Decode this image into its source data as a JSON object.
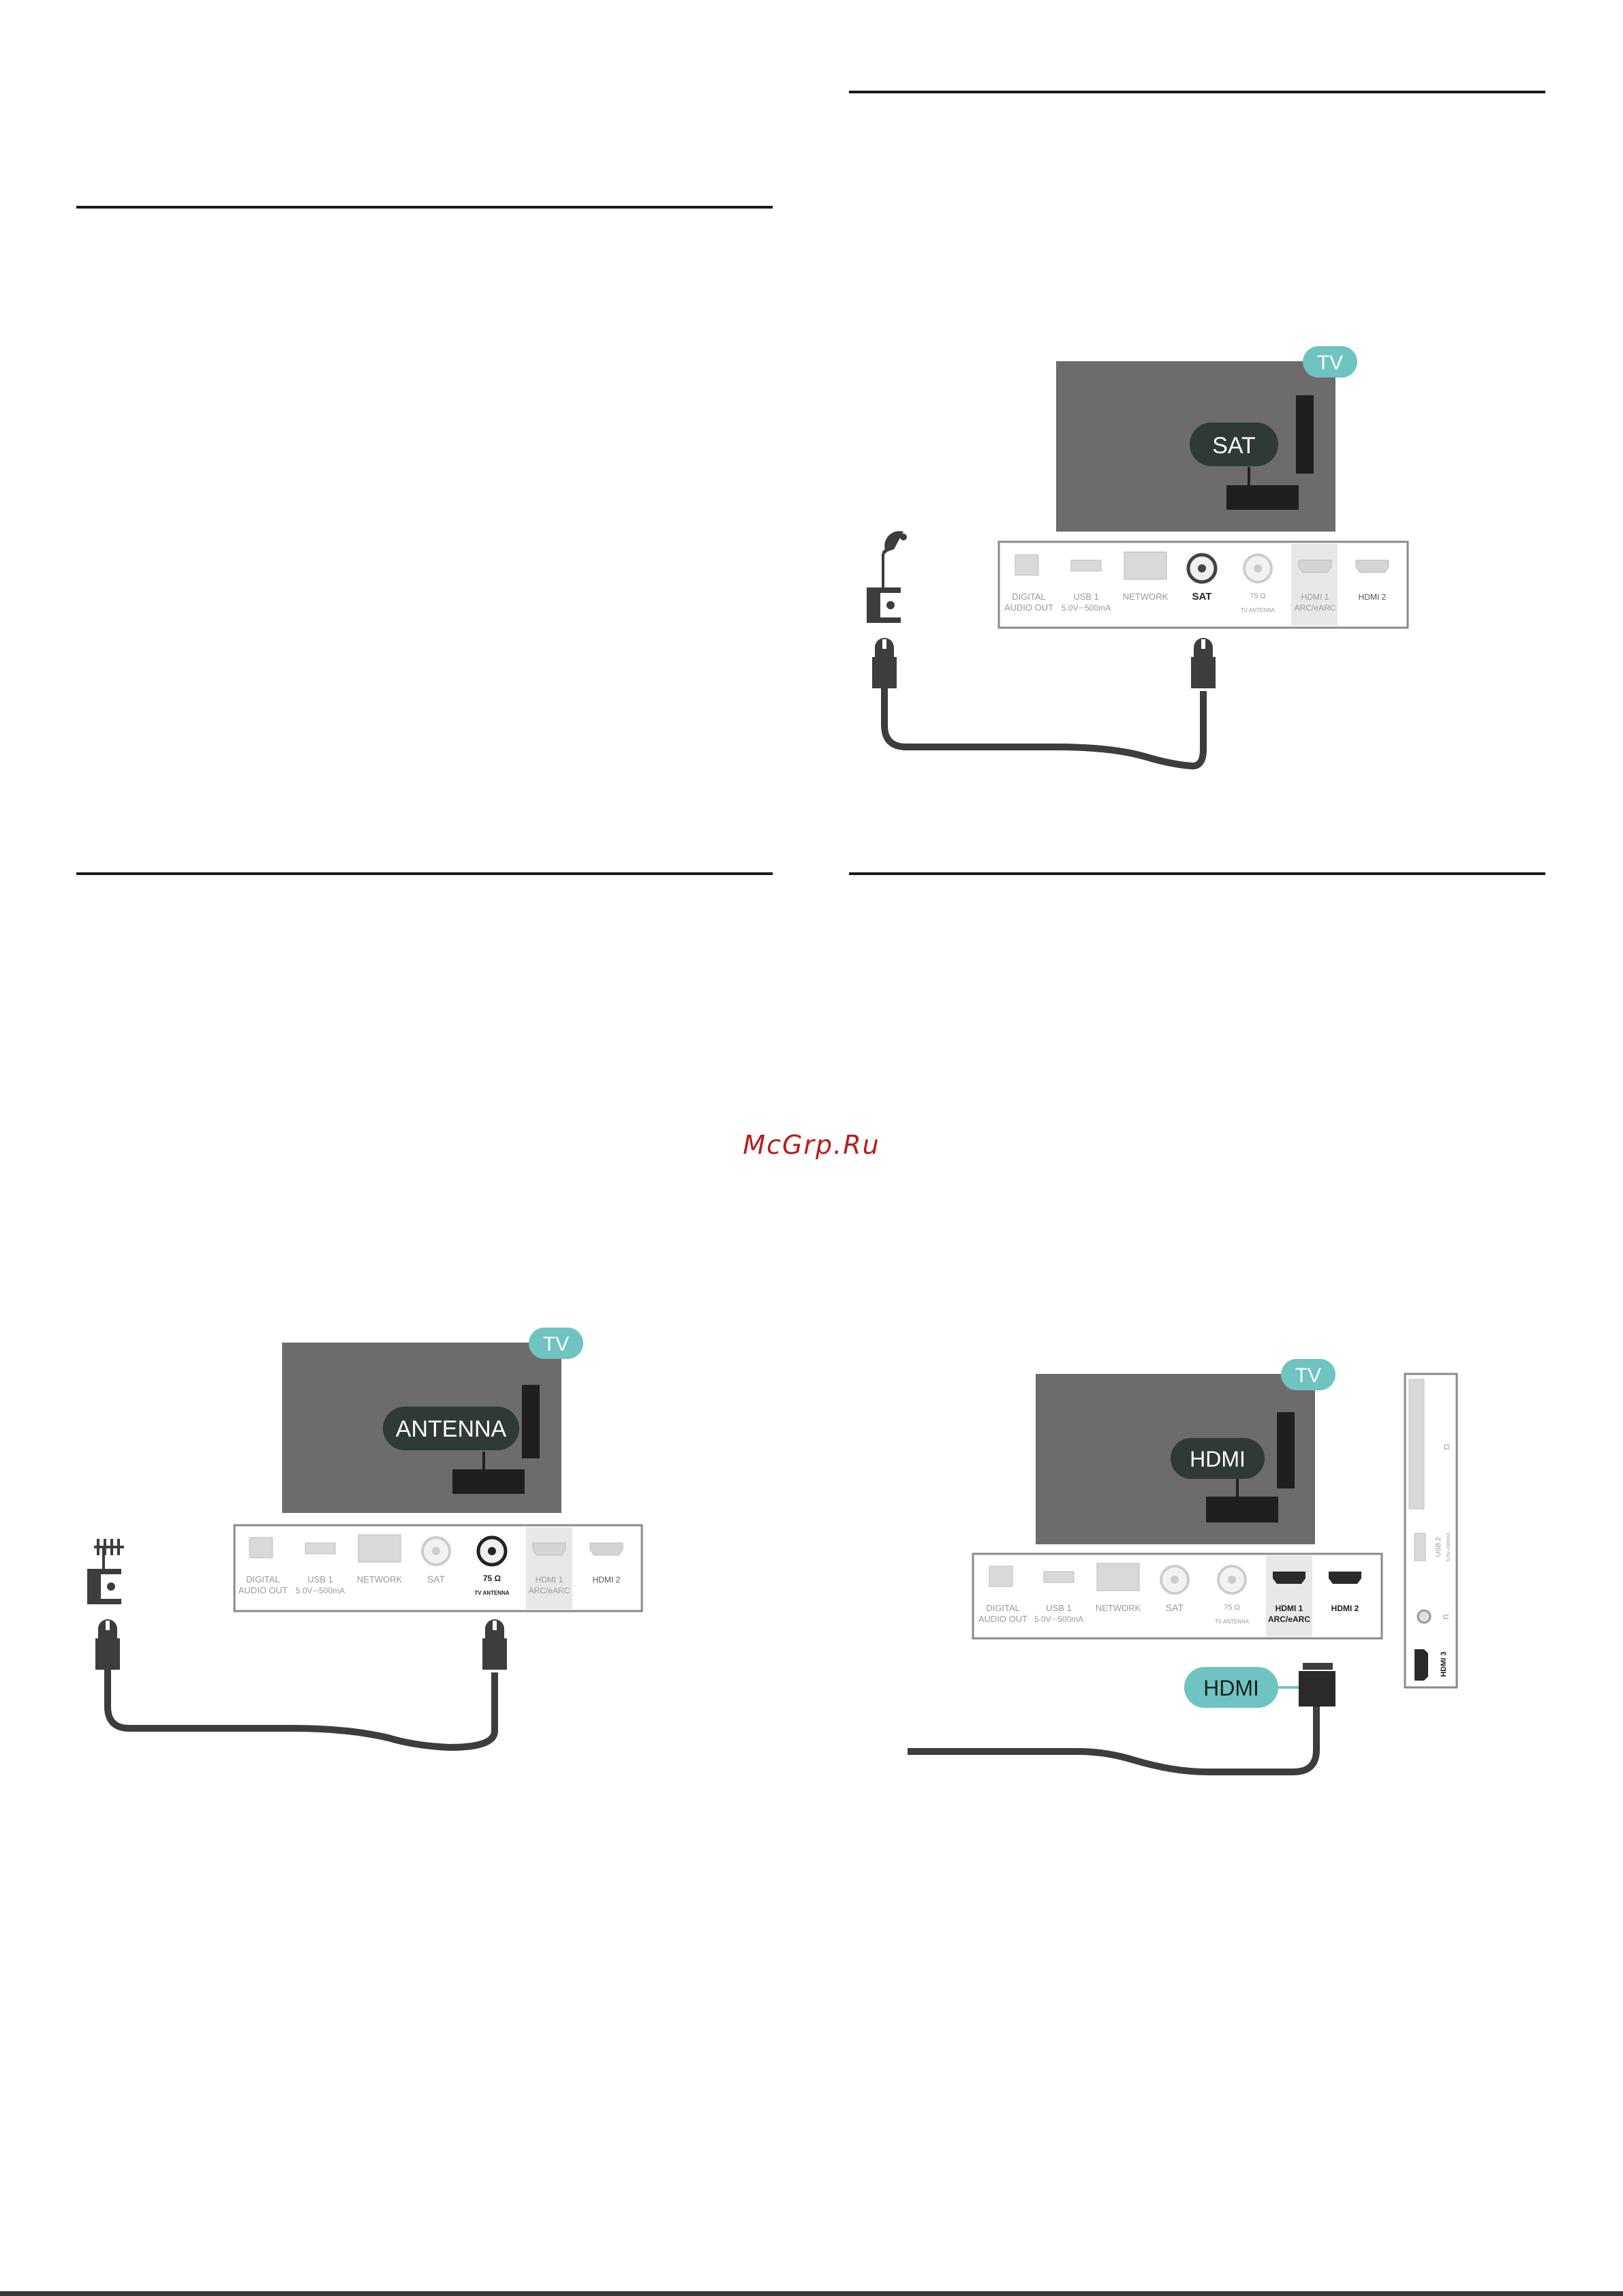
{
  "watermark": "McGrp.Ru",
  "ports": {
    "digital_audio_out_1": "DIGITAL",
    "digital_audio_out_2": "AUDIO OUT",
    "usb1_1": "USB 1",
    "usb1_2": "5.0V⎓500mA",
    "network": "NETWORK",
    "sat": "SAT",
    "antenna_ohm": "75 Ω",
    "antenna_label": "TV ANTENNA",
    "hdmi1_1": "HDMI 1",
    "hdmi1_2": "ARC/eARC",
    "hdmi2": "HDMI 2",
    "usb2_1": "USB 2",
    "usb2_2": "5.0V⎓500mA",
    "hdmi3": "HDMI 3"
  },
  "diagram_sat": {
    "badge": "TV",
    "callout": "SAT"
  },
  "diagram_antenna": {
    "badge": "TV",
    "callout": "ANTENNA"
  },
  "diagram_hdmi": {
    "badge": "TV",
    "callout": "HDMI",
    "cable_callout": "HDMI"
  },
  "colors": {
    "tv_body": "#6d6b6c",
    "callout": "#2f3a36",
    "badge": "#6fc3c1",
    "cable": "#3d3d3d",
    "highlight_port": "#e8e8e8"
  }
}
